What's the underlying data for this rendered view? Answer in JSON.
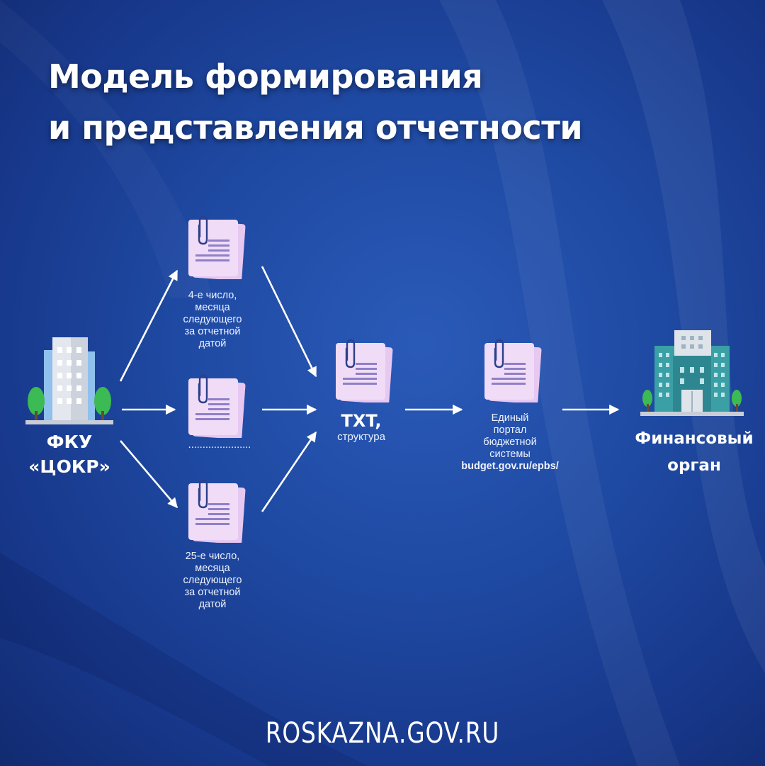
{
  "title": {
    "line1": "Модель формирования",
    "line2": "и представления отчетности"
  },
  "nodes": {
    "fku": {
      "line1": "ФКУ",
      "line2": "«ЦОКР»"
    },
    "doc_top": {
      "line1": "4-е число,",
      "line2": "месяца",
      "line3": "следующего",
      "line4": "за отчетной",
      "line5": "датой"
    },
    "doc_middle_dots": "......................",
    "doc_bottom": {
      "line1": "25-е число,",
      "line2": "месяца",
      "line3": "следующего",
      "line4": "за отчетной",
      "line5": "датой"
    },
    "txt": {
      "title": "TXT,",
      "subtitle": "структура"
    },
    "portal": {
      "line1": "Единый",
      "line2": "портал",
      "line3": "бюджетной",
      "line4": "системы",
      "url": "budget.gov.ru/epbs/"
    },
    "fin": {
      "line1": "Финансовый",
      "line2": "орган"
    }
  },
  "footer": "ROSKAZNA.GOV.RU",
  "colors": {
    "background": "#1f4aa3",
    "document": "#f1dcf7",
    "document_back": "#e7c8f1",
    "document_lines": "#8f80c8",
    "arrow": "#ffffff",
    "building_accent": "#3aa0a6",
    "tree": "#3cba54"
  },
  "icons": [
    "building-icon",
    "document-paperclip-icon",
    "government-building-icon",
    "arrow-icon"
  ]
}
